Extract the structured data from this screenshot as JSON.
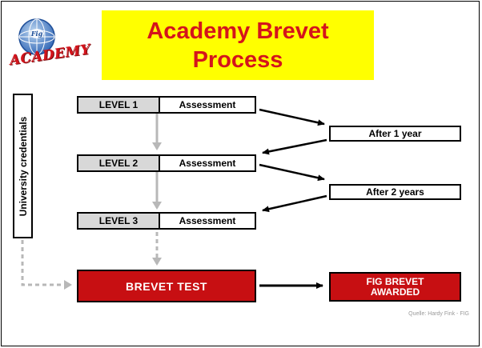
{
  "logo": {
    "text": "ACADEMY"
  },
  "title": "Academy Brevet Process",
  "vertical_label": "University credentials",
  "levels": [
    {
      "level": "LEVEL 1",
      "assessment": "Assessment"
    },
    {
      "level": "LEVEL 2",
      "assessment": "Assessment"
    },
    {
      "level": "LEVEL 3",
      "assessment": "Assessment"
    }
  ],
  "intervals": [
    "After 1 year",
    "After 2 years"
  ],
  "brevet_test": "BREVET TEST",
  "awarded": {
    "line1": "FIG BREVET",
    "line2": "AWARDED"
  },
  "source": "Quelle: Hardy Fink - FIG",
  "colors": {
    "title_bg": "#ffff00",
    "title_text": "#d4141c",
    "red_box": "#c70f12",
    "level_cell": "#d8d8d8",
    "gray_arrow": "#b8b8b8"
  }
}
